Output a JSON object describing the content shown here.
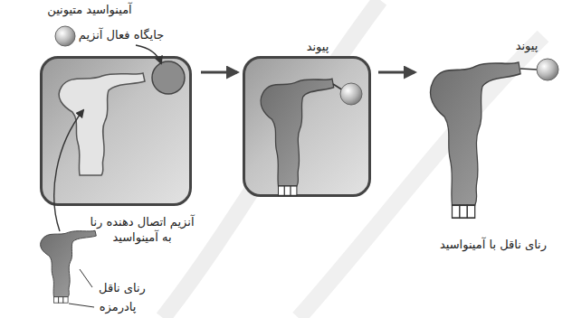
{
  "diagram": {
    "nodes": [
      {
        "text": [
          "آنزیم اتصال دهنده رنا به آمینواسید"
        ]
      },
      {
        "text": [
          "پیوند"
        ]
      },
      {
        "text": [
          "پیوند",
          "رنای ناقل با آمینواسید"
        ]
      }
    ],
    "edges": [
      {
        "from": 0,
        "to": 1,
        "arrow": "to"
      },
      {
        "from": 1,
        "to": 2,
        "arrow": "to"
      }
    ],
    "labels": [
      "آمینواسید متیونین",
      "جایگاه فعال آنزیم",
      "رنای ناقل",
      "پادرمزه"
    ]
  }
}
